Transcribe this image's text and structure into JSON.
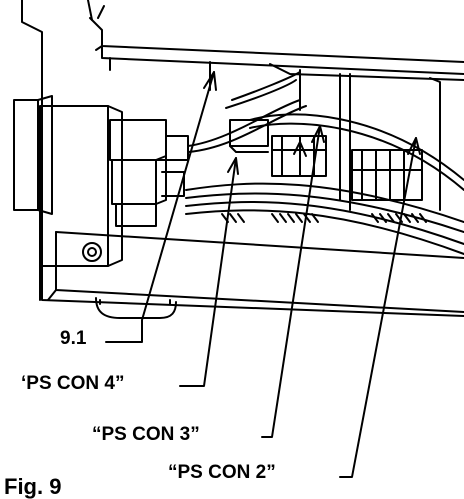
{
  "callouts": {
    "part_91": "9.1",
    "ps_con_4": "‘PS CON 4”",
    "ps_con_3": "“PS CON 3”",
    "ps_con_2": "“PS CON 2”"
  },
  "figure": {
    "label": "Fig. 9"
  },
  "colors": {
    "ink": "#000000",
    "paper": "#ffffff"
  }
}
